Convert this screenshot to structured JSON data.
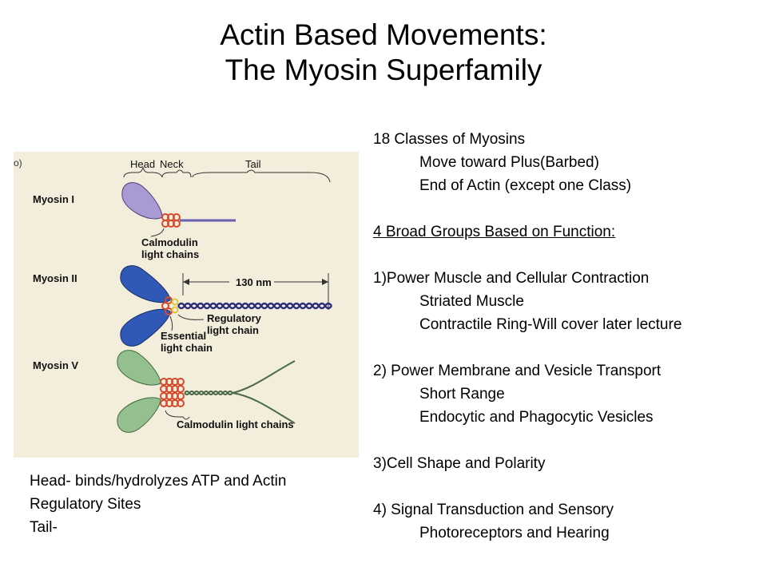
{
  "title": {
    "line1": "Actin Based Movements:",
    "line2": "The Myosin Superfamily"
  },
  "figure": {
    "corner_label": "o)",
    "head_label": "Head",
    "neck_label": "Neck",
    "tail_label": "Tail",
    "myosin1_label": "Myosin  I",
    "calmodulin_label1": "Calmodulin",
    "calmodulin_label2": "light chains",
    "myosin2_label": "Myosin  II",
    "length_label": "130 nm",
    "regulatory_label1": "Regulatory",
    "regulatory_label2": "light chain",
    "essential_label1": "Essential",
    "essential_label2": "light chain",
    "myosin5_label": "Myosin  V",
    "calmodulin5_label": "Calmodulin light chains",
    "colors": {
      "background": "#f3eddc",
      "myosin1_head": "#a99ad4",
      "myosin2_head": "#2f58b7",
      "myosin5_head": "#93c08e",
      "light_chain": "#d44a2c",
      "regulatory_chain": "#e0c43c",
      "tail": "#2c2d7a"
    }
  },
  "caption": [
    "Head- binds/hydrolyzes ATP and Actin",
    "Regulatory Sites",
    "Tail-"
  ],
  "body_text": {
    "classes_heading": "18 Classes of Myosins",
    "classes_line1": "Move toward Plus(Barbed)",
    "classes_line2": "End of Actin (except one Class)",
    "groups_heading": "4 Broad Groups Based on Function:",
    "group1_title": "1)Power Muscle and Cellular Contraction",
    "group1_item1": "Striated Muscle",
    "group1_item2": "Contractile Ring-Will cover later lecture",
    "group2_title": "2) Power Membrane and Vesicle Transport",
    "group2_item1": "Short Range",
    "group2_item2": "Endocytic and Phagocytic Vesicles",
    "group3_title": "3)Cell Shape and Polarity",
    "group4_title": "4) Signal Transduction and Sensory",
    "group4_item1": "Photoreceptors and Hearing"
  }
}
